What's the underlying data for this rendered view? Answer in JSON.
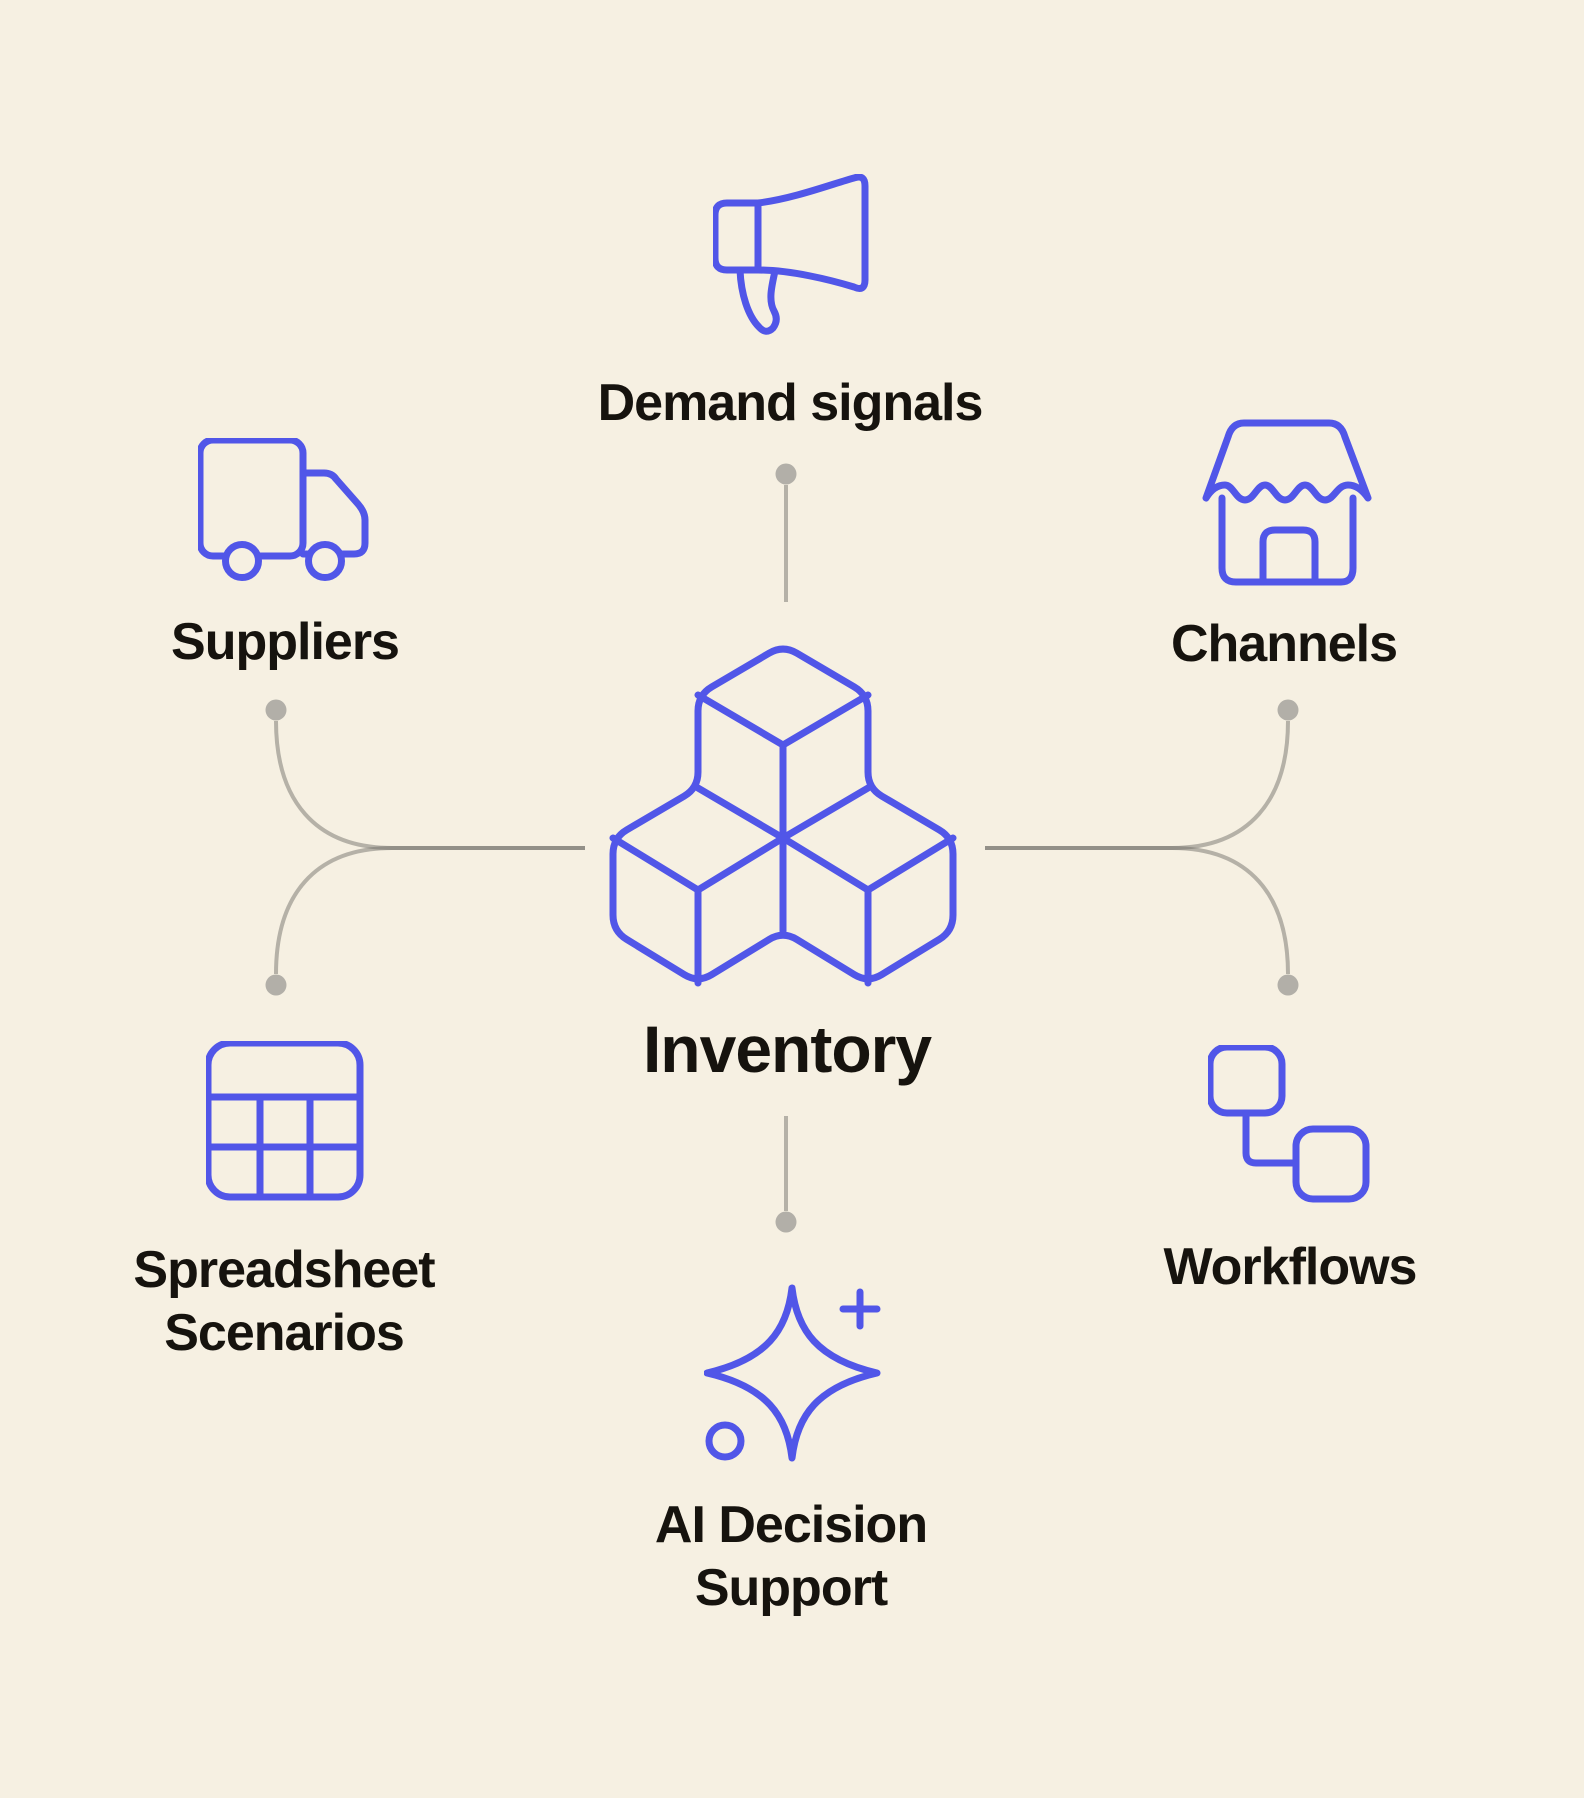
{
  "colors": {
    "background": "#f6f0e2",
    "accent_blue": "#5156e8",
    "text": "#16130e",
    "connector_gray": "#b2afa8"
  },
  "diagram": {
    "center": {
      "label": "Inventory",
      "icon": "cubes-icon"
    },
    "nodes": [
      {
        "id": "demand-signals",
        "label": "Demand signals",
        "icon": "megaphone-icon",
        "position": "top"
      },
      {
        "id": "suppliers",
        "label": "Suppliers",
        "icon": "truck-icon",
        "position": "upper-left"
      },
      {
        "id": "channels",
        "label": "Channels",
        "icon": "storefront-icon",
        "position": "upper-right"
      },
      {
        "id": "spreadsheet-scenarios",
        "label": "Spreadsheet\nScenarios",
        "icon": "table-grid-icon",
        "position": "lower-left"
      },
      {
        "id": "workflows",
        "label": "Workflows",
        "icon": "flow-nodes-icon",
        "position": "lower-right"
      },
      {
        "id": "ai-decision-support",
        "label": "AI Decision\nSupport",
        "icon": "sparkle-icon",
        "position": "bottom"
      }
    ]
  }
}
